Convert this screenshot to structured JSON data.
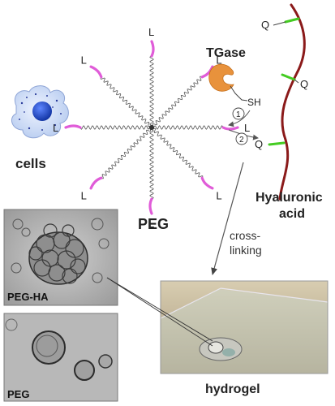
{
  "labels": {
    "cells": "cells",
    "peg": "PEG",
    "tgase": "TGase",
    "sh": "SH",
    "hyaluronic_line1": "Hyaluronic",
    "hyaluronic_line2": "acid",
    "cross_line1": "cross-",
    "cross_line2": "linking",
    "hydrogel": "hydrogel",
    "photo_peg_ha": "PEG-HA",
    "photo_peg": "PEG",
    "step1": "1",
    "step2": "2",
    "peg_end": "L",
    "reactive_L": "L",
    "q_end": "Q"
  },
  "colors": {
    "peg_end": "#e05cd8",
    "q_end": "#44cc22",
    "ha_chain": "#8b1a1a",
    "tgase": "#e8923c",
    "cell_body": "#c7d7f3",
    "cell_nucleus": "#1f4fd8"
  },
  "icons": {
    "cell": "cell-icon",
    "enzyme": "tgase-enzyme-icon"
  }
}
